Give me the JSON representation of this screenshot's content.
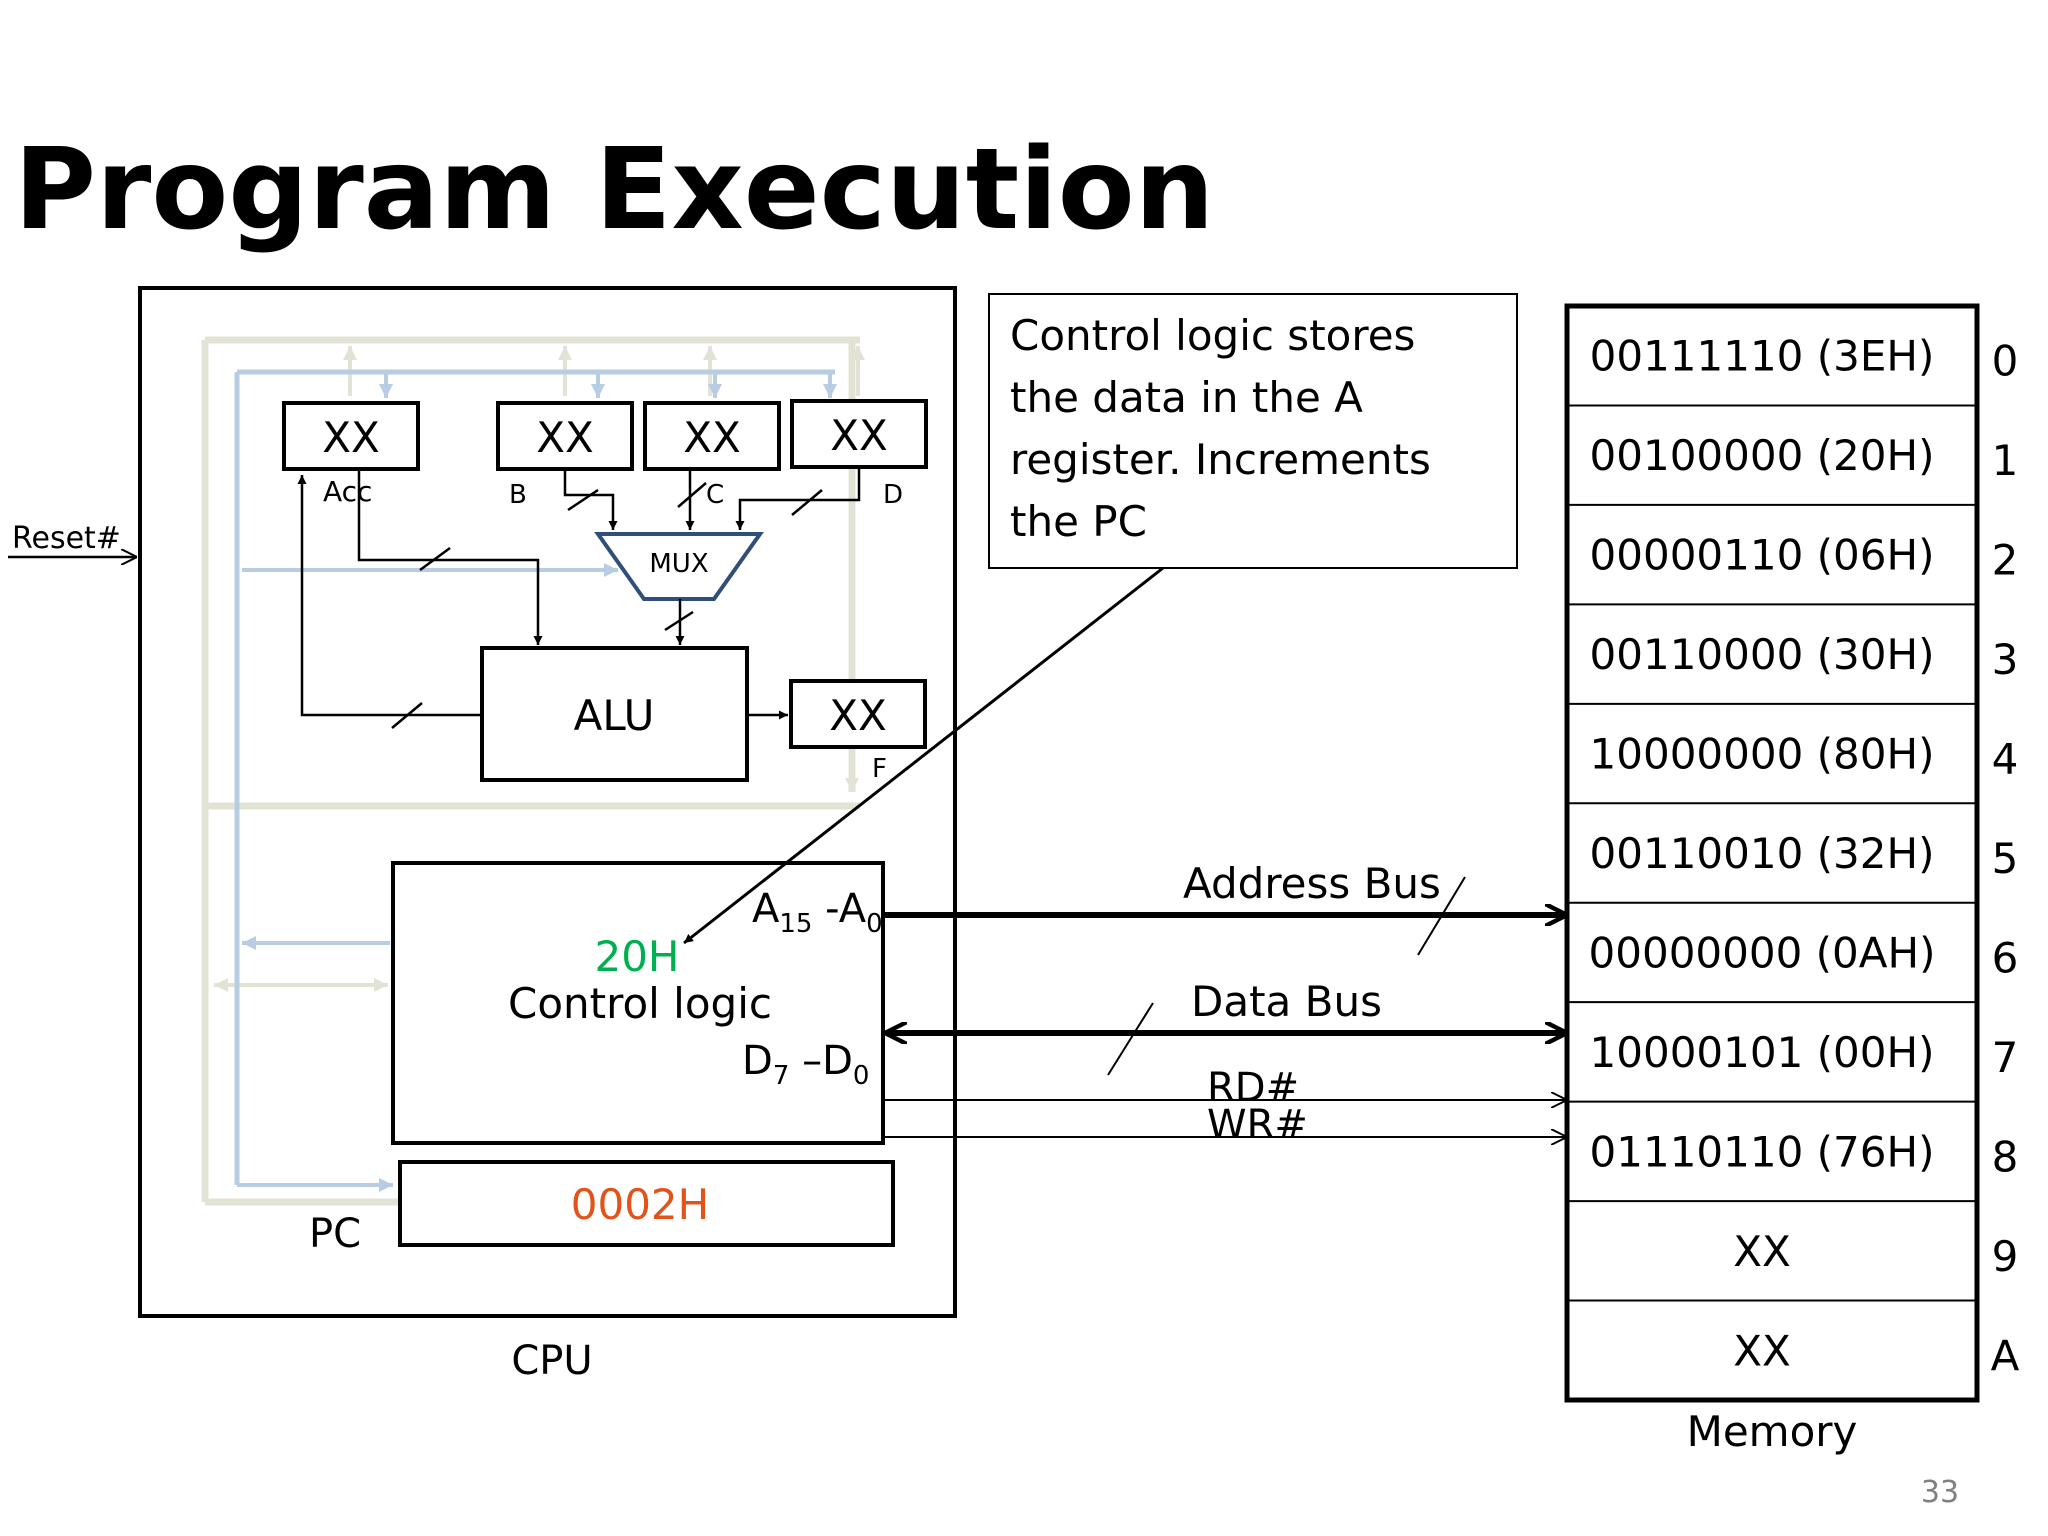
{
  "slide": {
    "title": "Program Execution",
    "page_number": "33"
  },
  "cpu": {
    "label": "CPU",
    "reset_label": "Reset#",
    "registers": {
      "acc": {
        "value": "XX",
        "label": "Acc"
      },
      "b": {
        "value": "XX",
        "label": "B"
      },
      "c": {
        "value": "XX",
        "label": "C"
      },
      "d": {
        "value": "XX",
        "label": "D"
      },
      "f": {
        "value": "XX",
        "label": "F"
      }
    },
    "mux_label": "MUX",
    "alu_label": "ALU",
    "control_logic": {
      "label": "Control logic",
      "data_value": "20H",
      "addr_label_main": "A",
      "addr_sub1": "15",
      "addr_mid": " -A",
      "addr_sub2": "0",
      "data_label_main": "D",
      "data_sub1": "7",
      "data_mid": " –D",
      "data_sub2": "0"
    },
    "pc": {
      "label": "PC",
      "value": "0002H"
    }
  },
  "callout": {
    "lines": [
      "Control logic stores",
      "the data in the A",
      "register. Increments",
      "the PC"
    ]
  },
  "buses": {
    "address": "Address Bus",
    "data": "Data Bus",
    "rd": "RD#",
    "wr": "WR#"
  },
  "memory": {
    "label": "Memory",
    "cells": [
      {
        "addr": "0",
        "value": "00111110 (3EH)"
      },
      {
        "addr": "1",
        "value": "00100000 (20H)"
      },
      {
        "addr": "2",
        "value": "00000110 (06H)"
      },
      {
        "addr": "3",
        "value": "00110000 (30H)"
      },
      {
        "addr": "4",
        "value": "10000000 (80H)"
      },
      {
        "addr": "5",
        "value": "00110010 (32H)"
      },
      {
        "addr": "6",
        "value": "00000000 (0AH)"
      },
      {
        "addr": "7",
        "value": "10000101 (00H)"
      },
      {
        "addr": "8",
        "value": "01110110 (76H)"
      },
      {
        "addr": "9",
        "value": "XX"
      },
      {
        "addr": "A",
        "value": "XX"
      }
    ]
  },
  "colors": {
    "highlight_data": "#00b050",
    "highlight_pc": "#e2531b",
    "mux_border": "#2f4f7a",
    "bus_blue": "#b8cce4",
    "bus_beige": "#e3e3d5"
  }
}
